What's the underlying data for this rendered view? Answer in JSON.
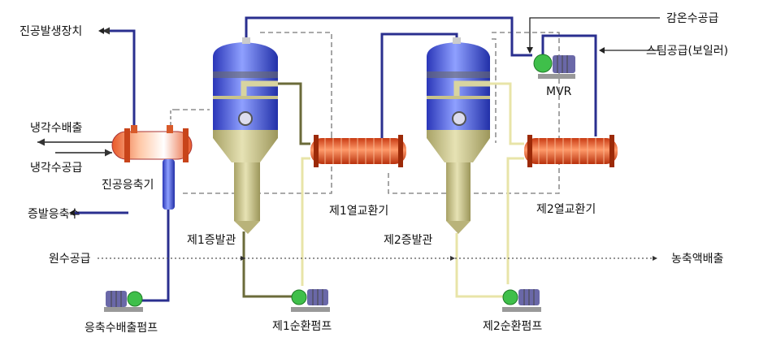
{
  "labels": {
    "vacuum_generator": "진공발생장치",
    "cooling_water_discharge": "냉각수배출",
    "cooling_water_supply": "냉각수공급",
    "vacuum_condenser": "진공응축기",
    "evaporation_condensate": "증발응축수",
    "raw_water_supply": "원수공급",
    "condensate_discharge_pump": "응축수배출펌프",
    "first_evaporator": "제1증발관",
    "first_circulation_pump": "제1순환펌프",
    "first_heat_exchanger": "제1열교환기",
    "second_evaporator": "제2증발관",
    "second_circulation_pump": "제2순환펌프",
    "second_heat_exchanger": "제2열교환기",
    "desuperheating_water_supply": "감온수공급",
    "steam_supply": "스팀공급(보일러)",
    "mvr": "MVR",
    "concentrate_discharge": "농축액배출"
  },
  "colors": {
    "vapor_line": "#2a2f8f",
    "liquid_line": "#6b6b3a",
    "liquid_line_light": "#e8e4a8",
    "vessel_top": "#3c4fe0",
    "vessel_body": "#c9c38a",
    "heat_exchanger": "#e85a2a",
    "pump_green": "#3fbf4a",
    "motor": "#6a68a8",
    "dashed": "#777777"
  }
}
